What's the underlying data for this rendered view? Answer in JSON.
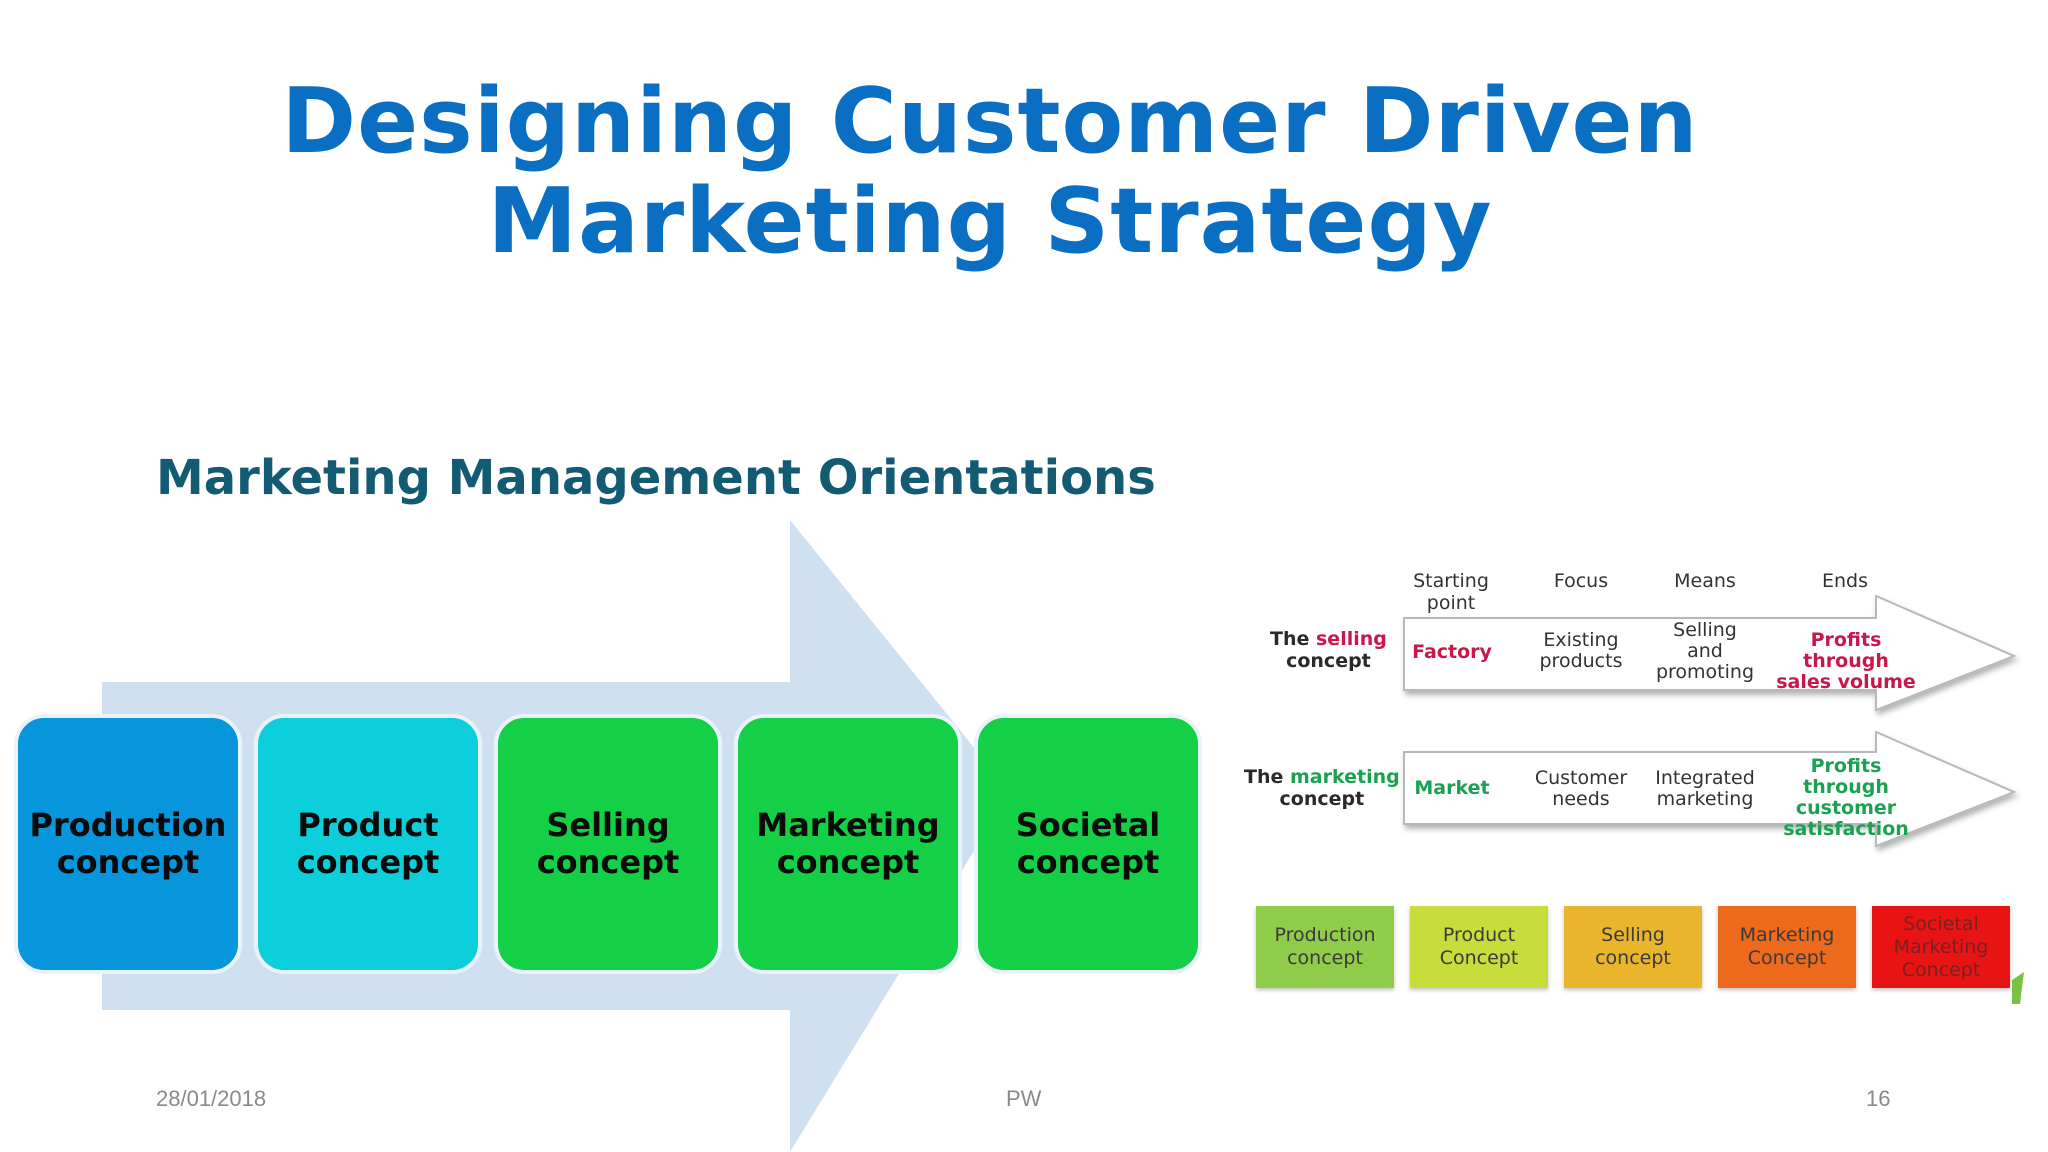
{
  "slide": {
    "title_line1": "Designing Customer Driven",
    "title_line2": "Marketing Strategy"
  },
  "left_figure": {
    "heading": "Marketing Management Orientations",
    "concepts": [
      {
        "line1": "Production",
        "line2": "concept",
        "color": "#0796dc"
      },
      {
        "line1": "Product",
        "line2": "concept",
        "color": "#0dcfdb"
      },
      {
        "line1": "Selling",
        "line2": "concept",
        "color": "#13d046"
      },
      {
        "line1": "Marketing",
        "line2": "concept",
        "color": "#13d046"
      },
      {
        "line1": "Societal",
        "line2": "concept",
        "color": "#13d046"
      }
    ],
    "arrow_color": "#cfe0f1"
  },
  "right_figure": {
    "column_headers": {
      "starting_point_1": "Starting",
      "starting_point_2": "point",
      "focus": "Focus",
      "means": "Means",
      "ends": "Ends"
    },
    "selling_row": {
      "label_prefix": "The",
      "label_accent": "selling",
      "label_suffix": "concept",
      "starting_point": "Factory",
      "focus_1": "Existing",
      "focus_2": "products",
      "means_1": "Selling",
      "means_2": "and",
      "means_3": "promoting",
      "ends_1": "Profits through",
      "ends_2": "sales volume"
    },
    "marketing_row": {
      "label_prefix": "The",
      "label_accent": "marketing",
      "label_suffix": "concept",
      "starting_point": "Market",
      "focus_1": "Customer",
      "focus_2": "needs",
      "means_1": "Integrated",
      "means_2": "marketing",
      "ends_1": "Profits through",
      "ends_2": "customer",
      "ends_3": "satisfaction"
    },
    "stages": [
      {
        "line1": "Production",
        "line2": "concept",
        "line3": "",
        "color": "#8fcc4a"
      },
      {
        "line1": "Product",
        "line2": "Concept",
        "line3": "",
        "color": "#c8dc3c"
      },
      {
        "line1": "Selling",
        "line2": "concept",
        "line3": "",
        "color": "#e8b52c"
      },
      {
        "line1": "Marketing",
        "line2": "Concept",
        "line3": "",
        "color": "#ed6a1c"
      },
      {
        "line1": "Societal",
        "line2": "Marketing",
        "line3": "Concept",
        "color": "#e81414"
      }
    ]
  },
  "footer": {
    "date": "28/01/2018",
    "author": "PW",
    "page_number": "16"
  }
}
